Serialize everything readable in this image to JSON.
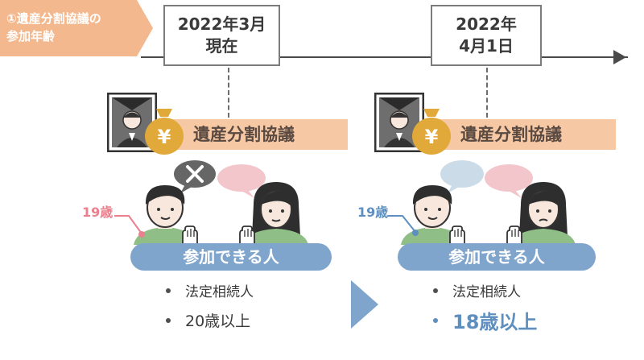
{
  "tag": {
    "line1": "①遺産分割協議の",
    "line2": "参加年齢"
  },
  "timeline": {
    "before": {
      "line1": "2022年3月",
      "line2": "現在"
    },
    "after": {
      "line1": "2022年",
      "line2": "4月1日"
    }
  },
  "left_panel": {
    "banner": "遺産分割協議",
    "yen": "¥",
    "age_label": "19歳",
    "pill": "参加できる人",
    "bullets": [
      "法定相続人",
      "20歳以上"
    ]
  },
  "right_panel": {
    "banner": "遺産分割協議",
    "yen": "¥",
    "age_label": "19歳",
    "pill": "参加できる人",
    "bullets": [
      "法定相続人",
      "18歳以上"
    ]
  },
  "colors": {
    "tag": "#f4b88f",
    "banner": "#f6c8a4",
    "pill": "#7fa5cc",
    "age_left": "#e8808e",
    "age_right": "#5e8fbf",
    "arrow": "#7fa5cc",
    "gold": "#e0a93a",
    "bubble_pink": "#f3c6cc",
    "bubble_blue": "#cbdbe8"
  }
}
